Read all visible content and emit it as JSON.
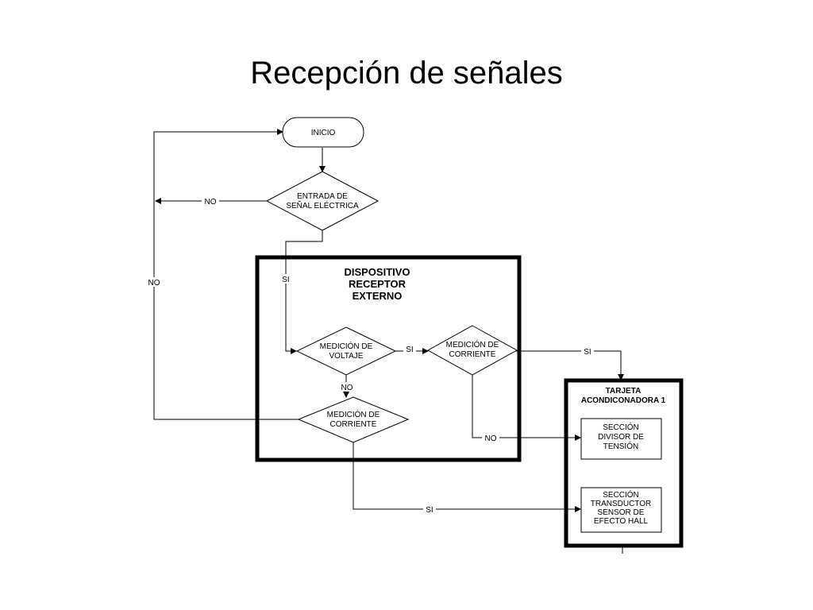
{
  "title": "Recepción de señales",
  "nodes": {
    "start": "INICIO",
    "decision_signal": [
      "ENTRADA DE",
      "SEÑAL ELÉCTRICA"
    ],
    "device_box": [
      "DISPOSITIVO",
      "RECEPTOR",
      "EXTERNO"
    ],
    "decision_voltage": [
      "MEDICIÓN DE",
      "VOLTAJE"
    ],
    "decision_current_right": [
      "MEDICIÓN DE",
      "CORRIENTE"
    ],
    "decision_current_bottom": [
      "MEDICIÓN DE",
      "CORRIENTE"
    ],
    "card_box": [
      "TARJETA",
      "ACONDICONADORA 1"
    ],
    "section_divider": [
      "SECCIÓN",
      "DIVISOR DE",
      "TENSIÓN"
    ],
    "section_transducer": [
      "SECCIÓN",
      "TRANSDUCTOR",
      "SENSOR DE",
      "EFECTO HALL"
    ]
  },
  "edge_labels": {
    "no_signal": "NO",
    "no_loop": "NO",
    "si_signal": "SI",
    "si_voltage": "SI",
    "no_voltage": "NO",
    "si_current_right": "SI",
    "no_current_right": "NO",
    "si_current_bottom": "SI"
  }
}
